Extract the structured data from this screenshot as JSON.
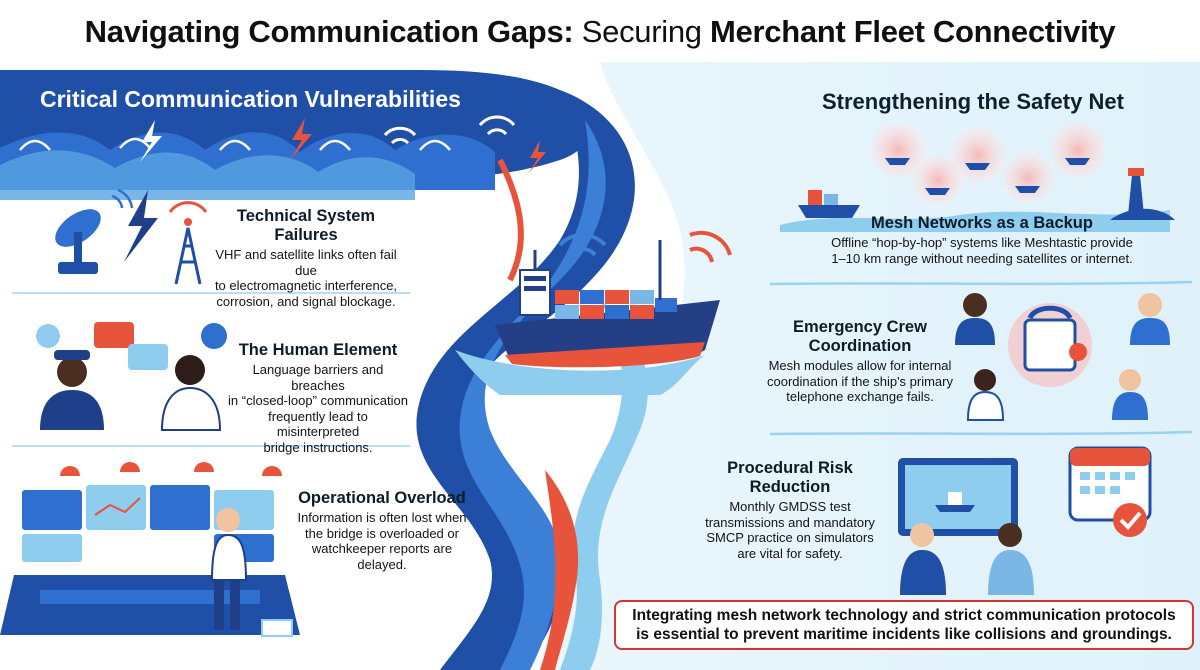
{
  "title": {
    "part1": "Navigating Communication Gaps:",
    "part2": "Securing",
    "part3": "Merchant Fleet Connectivity"
  },
  "left_section": {
    "heading": "Critical Communication Vulnerabilities",
    "items": [
      {
        "title": "Technical System Failures",
        "lines": [
          "VHF and satellite links often fail due",
          "to electromagnetic interference,",
          "corrosion, and signal blockage."
        ]
      },
      {
        "title": "The Human Element",
        "lines": [
          "Language barriers and breaches",
          "in “closed-loop” communication",
          "frequently lead to misinterpreted",
          "bridge instructions."
        ]
      },
      {
        "title": "Operational Overload",
        "lines": [
          "Information is often lost when",
          "the bridge is overloaded or",
          "watchkeeper reports are",
          "delayed."
        ]
      }
    ]
  },
  "right_section": {
    "heading": "Strengthening the Safety Net",
    "items": [
      {
        "title": "Mesh Networks as a Backup",
        "lines": [
          "Offline “hop-by-hop” systems like Meshtastic provide",
          "1–10 km range without needing satellites or internet."
        ]
      },
      {
        "title_lines": [
          "Emergency Crew",
          "Coordination"
        ],
        "lines": [
          "Mesh modules allow for internal",
          "coordination if the ship's primary",
          "telephone exchange fails."
        ]
      },
      {
        "title_lines": [
          "Procedural Risk",
          "Reduction"
        ],
        "lines": [
          "Monthly GMDSS test",
          "transmissions and mandatory",
          "SMCP practice on simulators",
          "are vital for safety."
        ]
      }
    ]
  },
  "callout": {
    "line1": "Integrating mesh network technology and strict communication protocols",
    "line2": "is essential to prevent maritime incidents like collisions and groundings."
  },
  "colors": {
    "wave_dark": "#1f4fa6",
    "wave_mid": "#2f6fd0",
    "wave_light": "#8fcdee",
    "pale_blue": "#e3f3fb",
    "accent_red": "#e8533c",
    "callout_border": "#d93232"
  },
  "icons": [
    "satellite-dish-icon",
    "radio-tower-icon",
    "lightning-icon",
    "wifi-icon",
    "ship-icon",
    "speech-bubble-icon",
    "control-console-icon",
    "phone-icon",
    "calendar-check-icon",
    "lighthouse-icon",
    "alarm-light-icon"
  ]
}
